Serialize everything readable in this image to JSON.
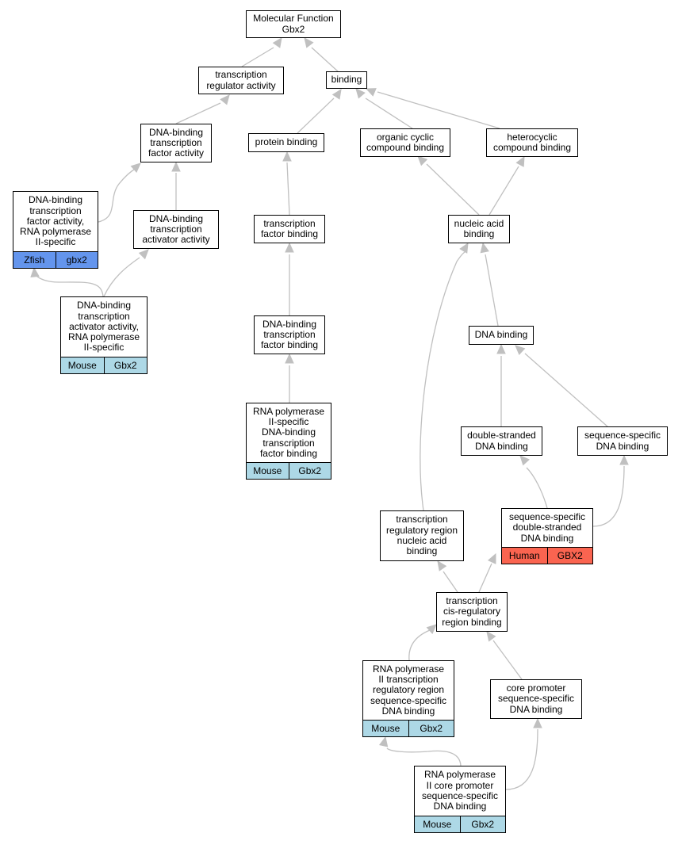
{
  "colors": {
    "edge": "#c0c0c0",
    "mouse": "#add8e6",
    "zfish": "#6495ed",
    "human": "#fa6450"
  },
  "nodes": {
    "mf": {
      "lines": [
        "Molecular Function",
        "Gbx2"
      ]
    },
    "tra": {
      "lines": [
        "transcription",
        "regulator activity"
      ]
    },
    "binding": {
      "lines": [
        "binding"
      ]
    },
    "dbtfa": {
      "lines": [
        "DNA-binding",
        "transcription",
        "factor activity"
      ]
    },
    "protein_binding": {
      "lines": [
        "protein binding"
      ]
    },
    "organic_cyclic": {
      "lines": [
        "organic cyclic",
        "compound binding"
      ]
    },
    "heterocyclic": {
      "lines": [
        "heterocyclic",
        "compound binding"
      ]
    },
    "dbtfa_rnapii": {
      "lines": [
        "DNA-binding",
        "transcription",
        "factor activity,",
        "RNA polymerase",
        "II-specific"
      ],
      "annotation": {
        "species": "Zfish",
        "gene": "gbx2"
      }
    },
    "dbtaa": {
      "lines": [
        "DNA-binding",
        "transcription",
        "activator activity"
      ]
    },
    "tf_binding": {
      "lines": [
        "transcription",
        "factor binding"
      ]
    },
    "nucleic_acid": {
      "lines": [
        "nucleic acid",
        "binding"
      ]
    },
    "dbtaa_rnapii": {
      "lines": [
        "DNA-binding",
        "transcription",
        "activator activity,",
        "RNA polymerase",
        "II-specific"
      ],
      "annotation": {
        "species": "Mouse",
        "gene": "Gbx2"
      }
    },
    "dbtf_binding": {
      "lines": [
        "DNA-binding",
        "transcription",
        "factor binding"
      ]
    },
    "dna_binding": {
      "lines": [
        "DNA binding"
      ]
    },
    "rnapii_dbtf_binding": {
      "lines": [
        "RNA polymerase",
        "II-specific",
        "DNA-binding",
        "transcription",
        "factor binding"
      ],
      "annotation": {
        "species": "Mouse",
        "gene": "Gbx2"
      }
    },
    "ds_dna": {
      "lines": [
        "double-stranded",
        "DNA binding"
      ]
    },
    "ss_dna": {
      "lines": [
        "sequence-specific",
        "DNA binding"
      ]
    },
    "ss_ds_dna": {
      "lines": [
        "sequence-specific",
        "double-stranded",
        "DNA binding"
      ],
      "annotation": {
        "species": "Human",
        "gene": "GBX2"
      }
    },
    "trr_na": {
      "lines": [
        "transcription",
        "regulatory region",
        "nucleic acid",
        "binding"
      ]
    },
    "tcis": {
      "lines": [
        "transcription",
        "cis-regulatory",
        "region binding"
      ]
    },
    "rnapii_trr": {
      "lines": [
        "RNA polymerase",
        "II transcription",
        "regulatory region",
        "sequence-specific",
        "DNA binding"
      ],
      "annotation": {
        "species": "Mouse",
        "gene": "Gbx2"
      }
    },
    "core_promoter": {
      "lines": [
        "core promoter",
        "sequence-specific",
        "DNA binding"
      ]
    },
    "rnapii_core": {
      "lines": [
        "RNA polymerase",
        "II core promoter",
        "sequence-specific",
        "DNA binding"
      ],
      "annotation": {
        "species": "Mouse",
        "gene": "Gbx2"
      }
    }
  }
}
